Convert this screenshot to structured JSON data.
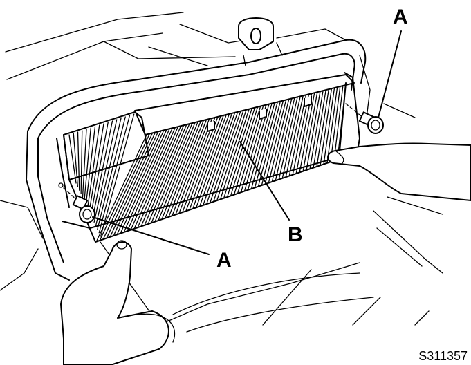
{
  "callouts": {
    "a_top": "A",
    "a_bottom": "A",
    "b": "B"
  },
  "figure_id": "S311357"
}
